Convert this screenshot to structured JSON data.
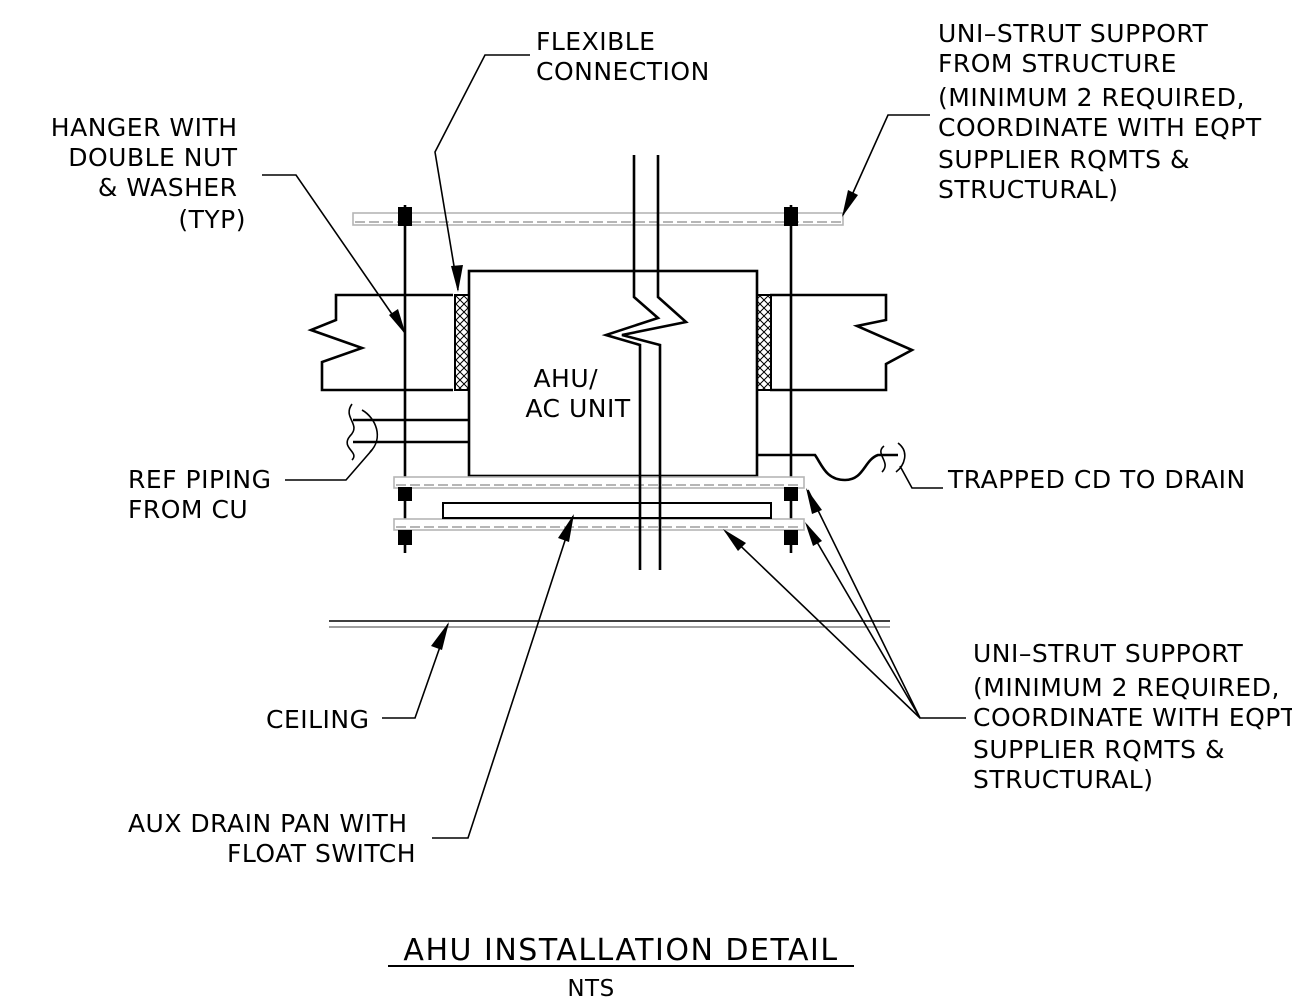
{
  "labels": {
    "flexible": [
      "FLEXIBLE",
      "CONNECTION"
    ],
    "hanger": [
      "HANGER WITH",
      "DOUBLE NUT",
      "& WASHER",
      "(TYP)"
    ],
    "unistrut_top": [
      "UNI–STRUT SUPPORT",
      "FROM STRUCTURE",
      "(MINIMUM 2 REQUIRED,",
      "COORDINATE WITH EQPT",
      "SUPPLIER RQMTS &",
      "STRUCTURAL)"
    ],
    "ahu": [
      "AHU/",
      "AC UNIT"
    ],
    "ref_piping": [
      "REF PIPING",
      "FROM CU"
    ],
    "trapped_cd": [
      "TRAPPED CD TO DRAIN"
    ],
    "ceiling": [
      "CEILING"
    ],
    "unistrut_bottom": [
      "UNI–STRUT SUPPORT",
      "(MINIMUM 2 REQUIRED,",
      "COORDINATE WITH EQPT",
      "SUPPLIER RQMTS &",
      "STRUCTURAL)"
    ],
    "aux_drain": [
      "AUX DRAIN PAN WITH",
      "FLOAT SWITCH"
    ]
  },
  "title": "AHU INSTALLATION DETAIL",
  "subtitle": "NTS"
}
